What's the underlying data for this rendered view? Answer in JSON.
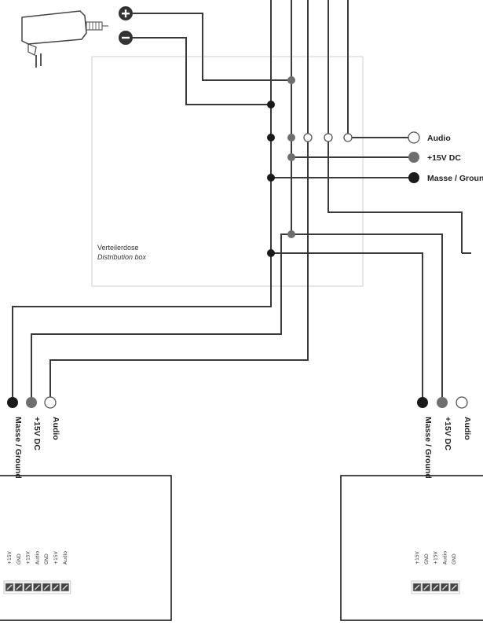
{
  "labels": {
    "audio": "Audio",
    "dc15": "+15V DC",
    "ground": "Masse / Ground",
    "box_de": "Verteilerdose",
    "box_en": "Distribution box"
  },
  "left_terminals": [
    "+15V",
    "GND",
    "+15V",
    "Audio",
    "GND",
    "+15V",
    "Audio"
  ],
  "right_terminals": [
    "+15V",
    "GND",
    "+15V",
    "Audio",
    "GND"
  ],
  "colors": {
    "ground": "#1a1a1a",
    "dc": "#6e6e6e",
    "audio": "#ffffff"
  }
}
